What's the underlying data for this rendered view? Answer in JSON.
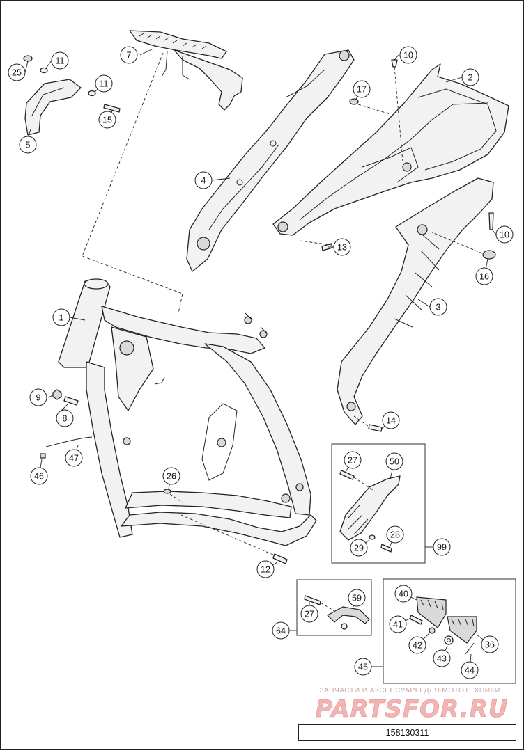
{
  "diagram": {
    "callouts": [
      {
        "id": "c1",
        "label": "1"
      },
      {
        "id": "c2",
        "label": "2"
      },
      {
        "id": "c3",
        "label": "3"
      },
      {
        "id": "c4",
        "label": "4"
      },
      {
        "id": "c5",
        "label": "5"
      },
      {
        "id": "c7",
        "label": "7"
      },
      {
        "id": "c8",
        "label": "8"
      },
      {
        "id": "c9",
        "label": "9"
      },
      {
        "id": "c10a",
        "label": "10"
      },
      {
        "id": "c10b",
        "label": "10"
      },
      {
        "id": "c11a",
        "label": "11"
      },
      {
        "id": "c11b",
        "label": "11"
      },
      {
        "id": "c12",
        "label": "12"
      },
      {
        "id": "c13",
        "label": "13"
      },
      {
        "id": "c14",
        "label": "14"
      },
      {
        "id": "c15",
        "label": "15"
      },
      {
        "id": "c16",
        "label": "16"
      },
      {
        "id": "c17",
        "label": "17"
      },
      {
        "id": "c25",
        "label": "25"
      },
      {
        "id": "c26",
        "label": "26"
      },
      {
        "id": "c27a",
        "label": "27"
      },
      {
        "id": "c27b",
        "label": "27"
      },
      {
        "id": "c28",
        "label": "28"
      },
      {
        "id": "c29",
        "label": "29"
      },
      {
        "id": "c36",
        "label": "36"
      },
      {
        "id": "c40",
        "label": "40"
      },
      {
        "id": "c41",
        "label": "41"
      },
      {
        "id": "c42",
        "label": "42"
      },
      {
        "id": "c43",
        "label": "43"
      },
      {
        "id": "c44",
        "label": "44"
      },
      {
        "id": "c45",
        "label": "45"
      },
      {
        "id": "c46",
        "label": "46"
      },
      {
        "id": "c47",
        "label": "47"
      },
      {
        "id": "c50",
        "label": "50"
      },
      {
        "id": "c59",
        "label": "59"
      },
      {
        "id": "c64",
        "label": "64"
      },
      {
        "id": "c99",
        "label": "99"
      }
    ],
    "watermark": {
      "subtitle": "ЗАПЧАСТИ И АКСЕССУАРЫ ДЛЯ МОТОТЕХНИКИ",
      "logo": "PARTSFOR.RU"
    },
    "reference_number": "158130311"
  }
}
